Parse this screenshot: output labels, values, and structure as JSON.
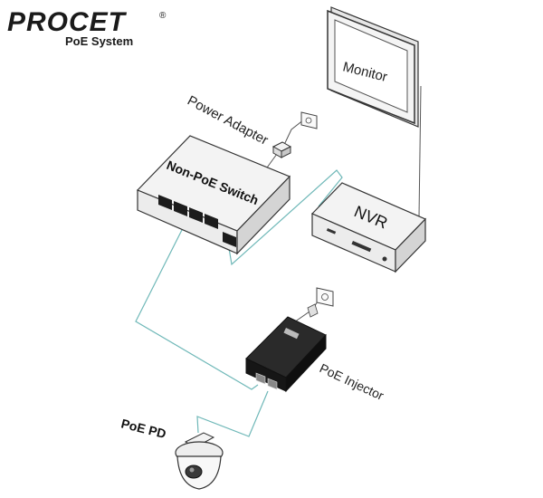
{
  "brand": {
    "logo_text": "PROCET",
    "registered_mark": "®",
    "tagline": "PoE System",
    "colors": {
      "primary": "#1a1a1a",
      "accent": "#d01f2a"
    }
  },
  "labels": {
    "monitor": "Monitor",
    "power_adapter": "Power Adapter",
    "switch": "Non-PoE Switch",
    "nvr": "NVR",
    "poe_injector": "PoE Injector",
    "poe_pd": "PoE PD"
  },
  "colors": {
    "cable": "#6fb8b8",
    "power_cord": "#555555",
    "device_dark": "#1c1c1c",
    "device_light": "#f2f2f2",
    "outline": "#333333"
  }
}
